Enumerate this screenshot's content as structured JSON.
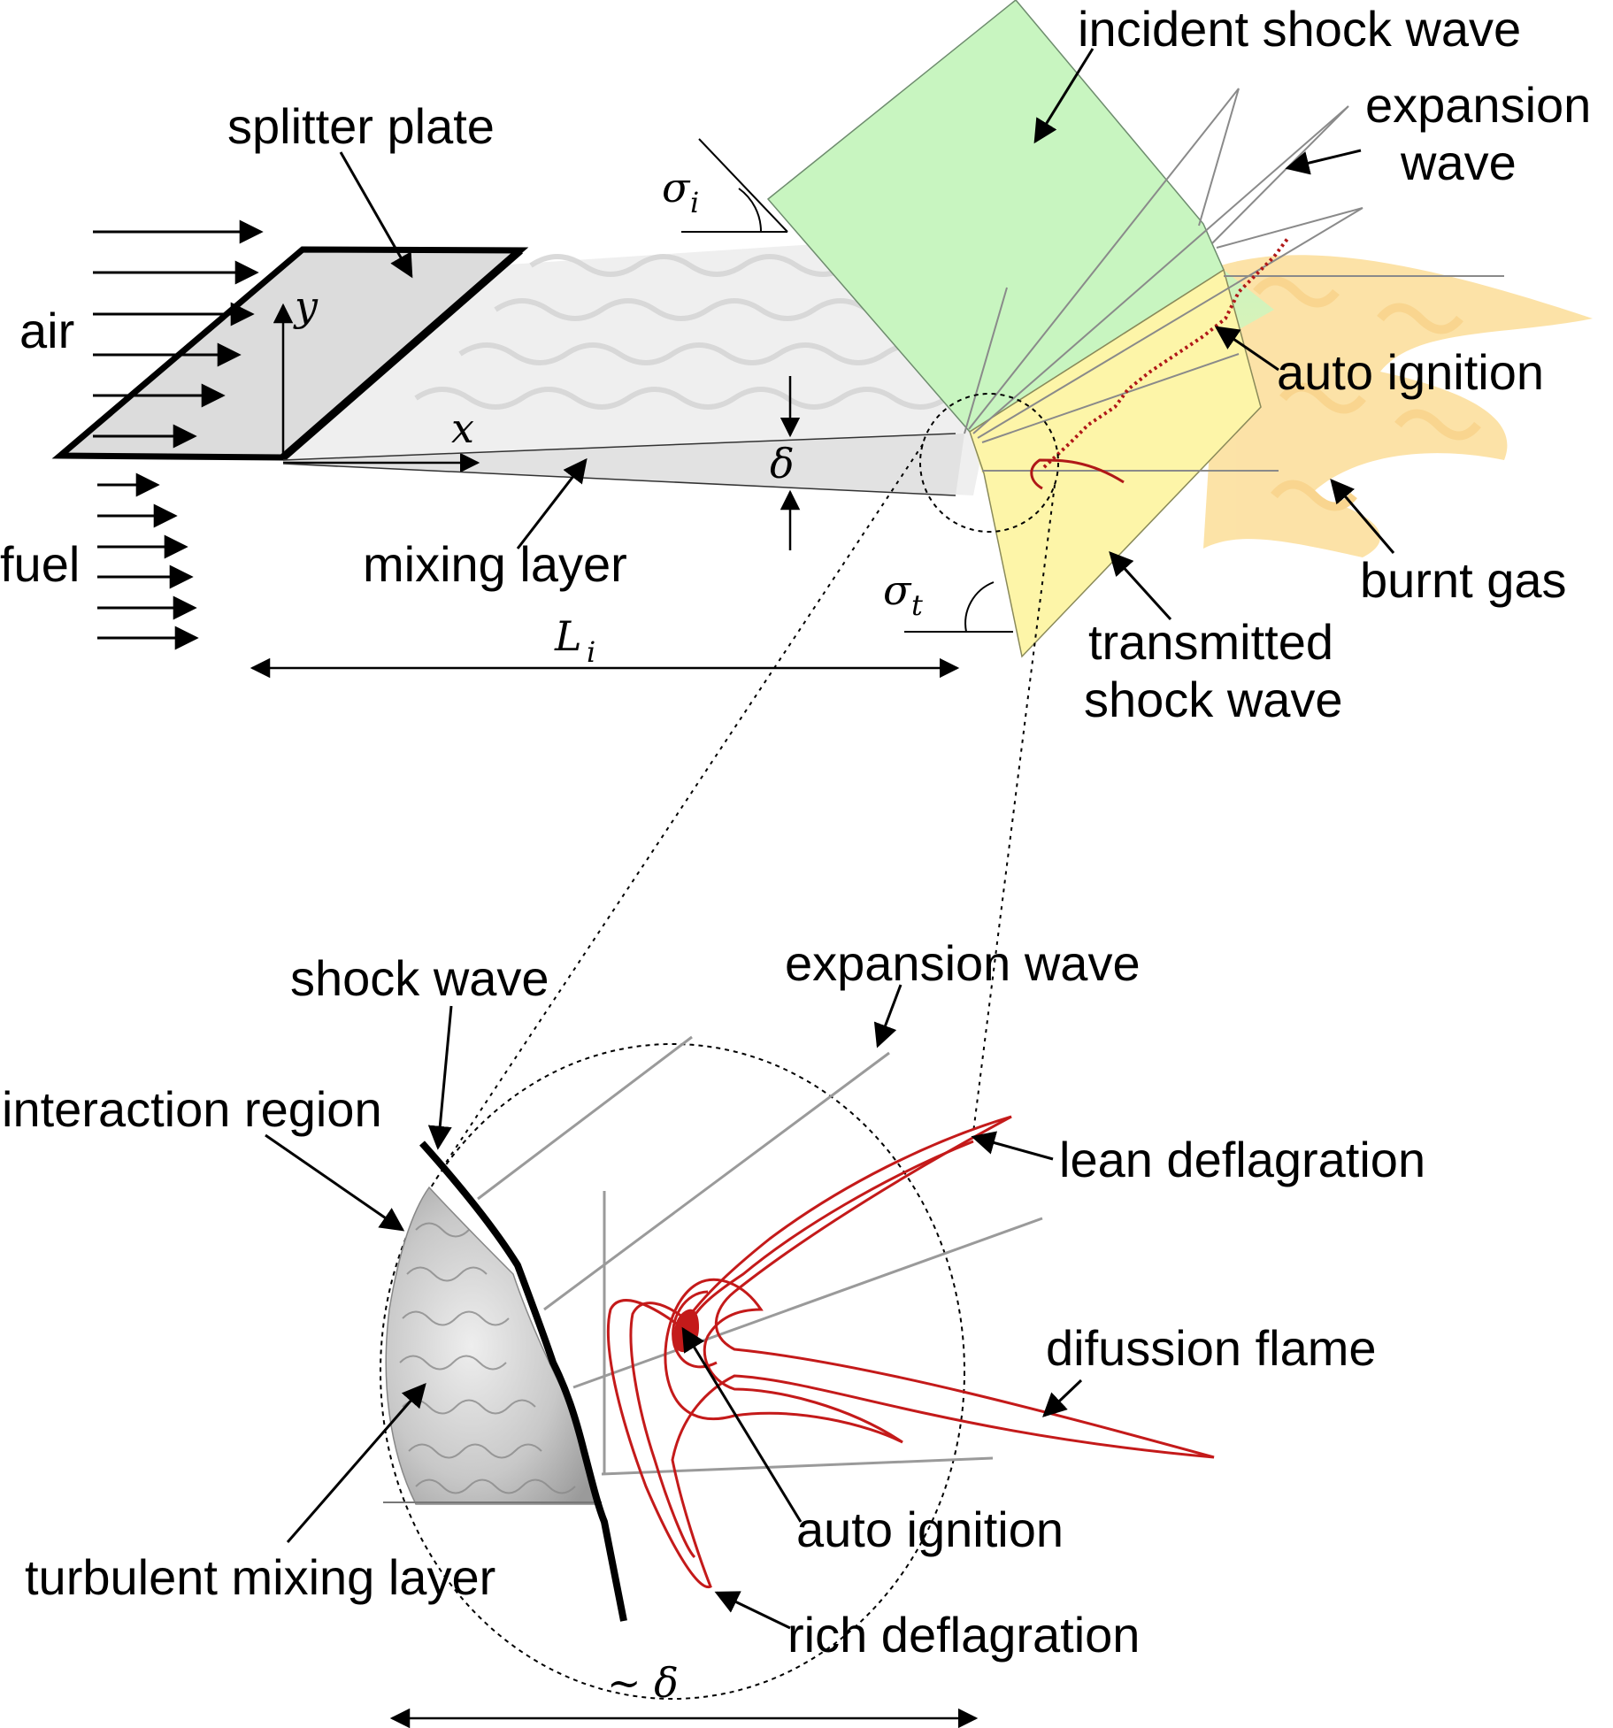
{
  "labels": {
    "splitter_plate": "splitter plate",
    "air": "air",
    "fuel": "fuel",
    "mixing_layer": "mixing layer",
    "incident_shock_wave": "incident shock wave",
    "expansion_wave_line1": "expansion",
    "expansion_wave_line2": "wave",
    "auto_ignition_top": "auto ignition",
    "burnt_gas": "burnt gas",
    "transmitted_line1": "transmitted",
    "transmitted_line2": "shock wave",
    "shock_wave": "shock wave",
    "expansion_wave_bottom": "expansion wave",
    "interaction_region": "interaction region",
    "lean_deflagration": "lean deflagration",
    "difussion_flame": "difussion flame",
    "auto_ignition_bottom": "auto ignition",
    "turbulent_mixing_layer": "turbulent mixing layer",
    "rich_deflagration": "rich deflagration"
  },
  "symbols": {
    "y": "y",
    "x": "x",
    "delta": "δ",
    "sigma": "σ",
    "sigma_i_sub": "i",
    "sigma_t_sub": "t",
    "L": "L",
    "L_sub": "i",
    "approx_delta": "~ δ"
  },
  "colors": {
    "incident_region": "#c8f5c0",
    "transmitted_region": "#fdf5a8",
    "burnt_gas": "#fbd98a",
    "flame": "#c41a1a",
    "mixing_layer": "#e4e4e4",
    "splitter_plate": "#dcdcdc"
  }
}
